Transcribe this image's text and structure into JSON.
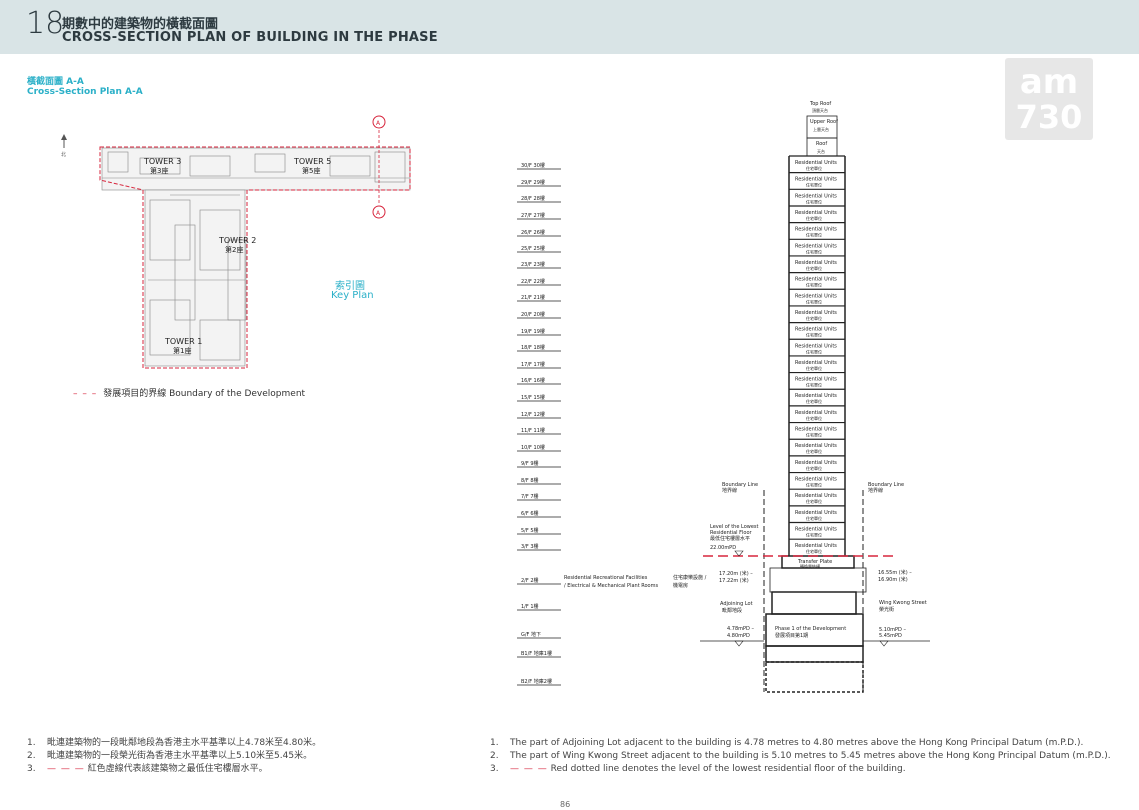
{
  "header": {
    "number": "18",
    "title_zh": "期數中的建築物的橫截面圖",
    "title_en": "CROSS-SECTION PLAN OF BUILDING IN THE PHASE"
  },
  "subtitle": {
    "zh": "橫截面圖 A-A",
    "en": "Cross-Section Plan A-A"
  },
  "keyplan": {
    "label_zh": "索引圖",
    "label_en": "Key Plan",
    "north": "北",
    "section_marker": "A",
    "towers": [
      {
        "name": "TOWER 3",
        "zh": "第3座"
      },
      {
        "name": "TOWER 5",
        "zh": "第5座"
      },
      {
        "name": "TOWER 2",
        "zh": "第2座"
      },
      {
        "name": "TOWER 1",
        "zh": "第1座"
      }
    ]
  },
  "legend": {
    "symbol": "– – –",
    "text": "發展項目的界線 Boundary of the Development"
  },
  "floors": [
    "30/F 30樓",
    "29/F 29樓",
    "28/F 28樓",
    "27/F 27樓",
    "26/F 26樓",
    "25/F 25樓",
    "23/F 23樓",
    "22/F 22樓",
    "21/F 21樓",
    "20/F 20樓",
    "19/F 19樓",
    "18/F 18樓",
    "17/F 17樓",
    "16/F 16樓",
    "15/F 15樓",
    "12/F 12樓",
    "11/F 11樓",
    "10/F 10樓",
    "9/F 9樓",
    "8/F 8樓",
    "7/F 7樓",
    "6/F 6樓",
    "5/F 5樓",
    "3/F 3樓",
    "2/F 2樓",
    "1/F 1樓",
    "G/F 地下",
    "B1/F 地庫1樓",
    "B2/F 地庫2樓"
  ],
  "section": {
    "top_roof_en": "Top Roof",
    "top_roof_zh": "頂層天台",
    "upper_roof_en": "Upper Roof",
    "upper_roof_zh": "上層天台",
    "roof_en": "Roof",
    "roof_zh": "天台",
    "unit_en": "Residential Units",
    "unit_zh": "住宅單位",
    "transfer_en": "Transfer Plate",
    "transfer_zh": "轉換層結構",
    "rec_en": "Residential Recreational Facilities / Electrical & Mechanical Plant Rooms",
    "rec_en_1": "Residential Recreational Facilities",
    "rec_en_2": "/ Electrical & Mechanical Plant Rooms",
    "rec_zh_1": "住宅康樂設施 /",
    "rec_zh_2": "機電房",
    "boundary_en": "Boundary Line",
    "boundary_zh": "地界線",
    "lowest_1": "Level of the Lowest",
    "lowest_2": "Residential Floor",
    "lowest_zh": "最低住宅樓層水平",
    "lowest_level": "22.00mPD",
    "left_level_1": "17.20m (米) –",
    "left_level_2": "17.22m (米)",
    "right_level_1": "16.55m (米) –",
    "right_level_2": "16.90m (米)",
    "adjoining_en": "Adjoining Lot",
    "adjoining_zh": "毗鄰地段",
    "adjoining_level_1": "4.78mPD –",
    "adjoining_level_2": "4.80mPD",
    "street_en": "Wing Kwong Street",
    "street_zh": "榮光街",
    "street_level_1": "5.10mPD –",
    "street_level_2": "5.45mPD",
    "phase_en": "Phase 1 of the Development",
    "phase_zh": "發展項目第1期"
  },
  "notes_zh": [
    {
      "num": "1.",
      "dash": "",
      "text": "毗連建築物的一段毗鄰地段為香港主水平基準以上4.78米至4.80米。"
    },
    {
      "num": "2.",
      "dash": "",
      "text": "毗連建築物的一段榮光街為香港主水平基準以上5.10米至5.45米。"
    },
    {
      "num": "3.",
      "dash": "— — —",
      "text": "紅色虛線代表該建築物之最低住宅樓層水平。"
    }
  ],
  "notes_en": [
    {
      "num": "1.",
      "dash": "",
      "text": "The part of Adjoining Lot adjacent to the building is 4.78 metres to 4.80 metres above the Hong Kong Principal Datum (m.P.D.)."
    },
    {
      "num": "2.",
      "dash": "",
      "text": "The part of Wing Kwong Street adjacent to the building is 5.10 metres to 5.45 metres above the Hong Kong Principal Datum (m.P.D.)."
    },
    {
      "num": "3.",
      "dash": "— — —",
      "text": "Red dotted line denotes the level of the lowest residential floor of the building."
    }
  ],
  "page_number": "86",
  "watermark": {
    "line1": "am",
    "line2": "730"
  },
  "colors": {
    "header_bg": "#d9e4e6",
    "accent": "#2bb0c8",
    "boundary_red": "#d7263d"
  }
}
